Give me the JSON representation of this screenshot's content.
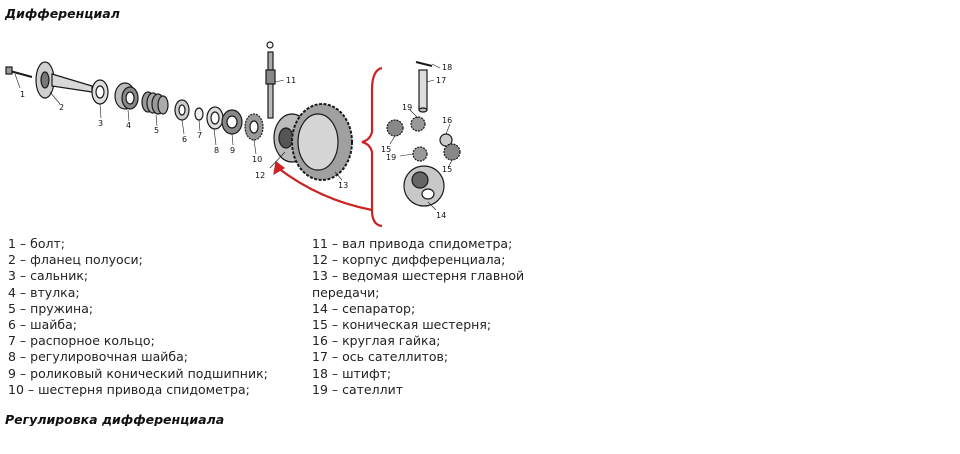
{
  "heading": "Дифференциал",
  "footer_heading": "Регулировка дифференциала",
  "callouts": [
    "1",
    "2",
    "3",
    "4",
    "5",
    "6",
    "7",
    "8",
    "9",
    "10",
    "11",
    "12",
    "13",
    "14",
    "15",
    "15",
    "16",
    "17",
    "18",
    "19",
    "19"
  ],
  "legend_left": [
    "1 – болт;",
    "2 – фланец полуоси;",
    "3 – сальник;",
    "4 – втулка;",
    "5 – пружина;",
    "6 – шайба;",
    "7 – распорное кольцо;",
    "8 – регулировочная шайба;",
    "9 – роликовый конический подшипник;",
    "10 – шестерня привода спидометра;"
  ],
  "legend_right": [
    "11 – вал привода спидометра;",
    "12 – корпус дифференциала;",
    "13 – ведомая шестерня главной передачи;",
    "14 – сепаратор;",
    "15 – коническая шестерня;",
    "16 – круглая гайка;",
    "17 – ось сателлитов;",
    "18 – штифт;",
    "19 – сателлит"
  ],
  "colors": {
    "arrow": "#cc2222",
    "ink": "#1a1a1a"
  }
}
